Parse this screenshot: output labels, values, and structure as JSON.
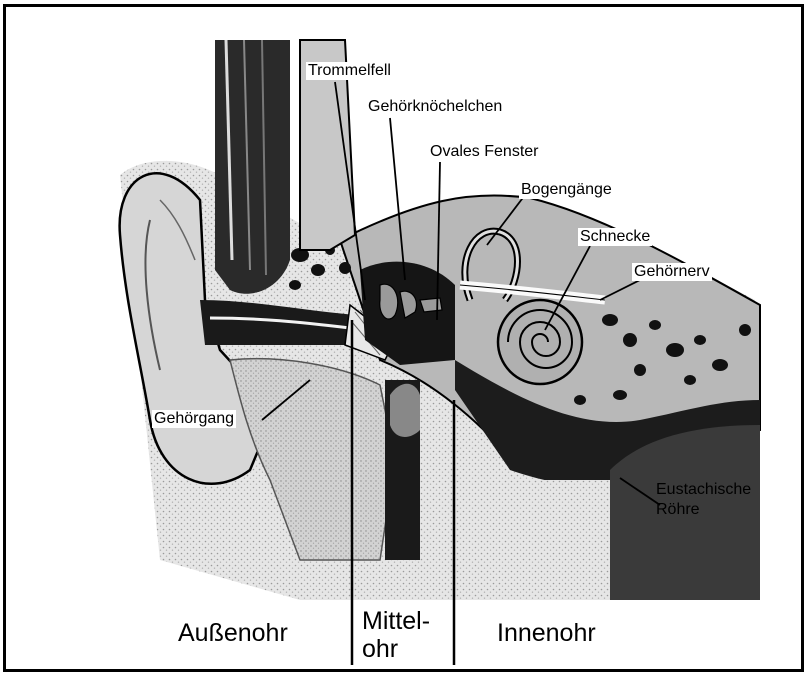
{
  "labels": {
    "trommelfell": "Trommelfell",
    "gehoerknoechelchen": "Gehörknöchelchen",
    "ovales_fenster": "Ovales Fenster",
    "bogengaenge": "Bogengänge",
    "schnecke": "Schnecke",
    "gehoernerv": "Gehörnerv",
    "gehoergang": "Gehörgang",
    "eustachische_1": "Eustachische",
    "eustachische_2": "Röhre"
  },
  "regions": {
    "aussenohr": "Außenohr",
    "mittelohr_1": "Mittel-",
    "mittelohr_2": "ohr",
    "innenohr": "Innenohr"
  }
}
